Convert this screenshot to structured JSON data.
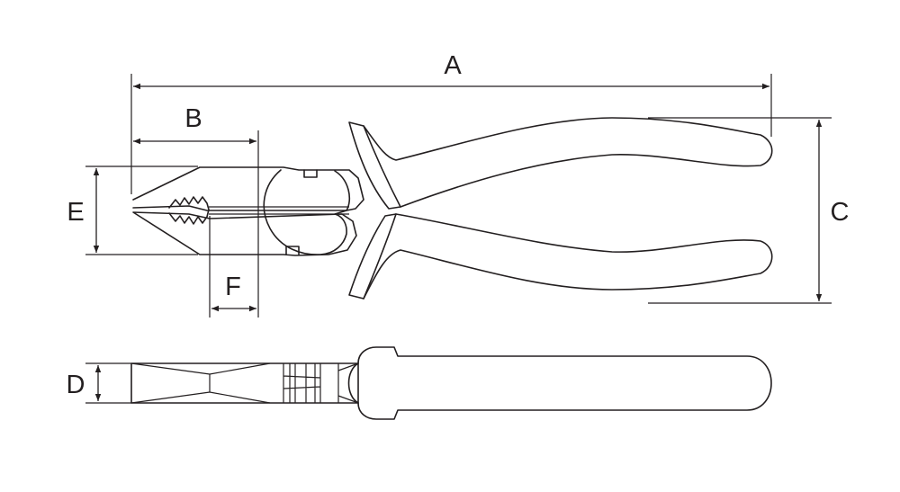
{
  "colors": {
    "line": "#231f20",
    "background": "#ffffff"
  },
  "dimension_labels": {
    "a": "A",
    "b": "B",
    "c": "C",
    "d": "D",
    "e": "E",
    "f": "F"
  }
}
